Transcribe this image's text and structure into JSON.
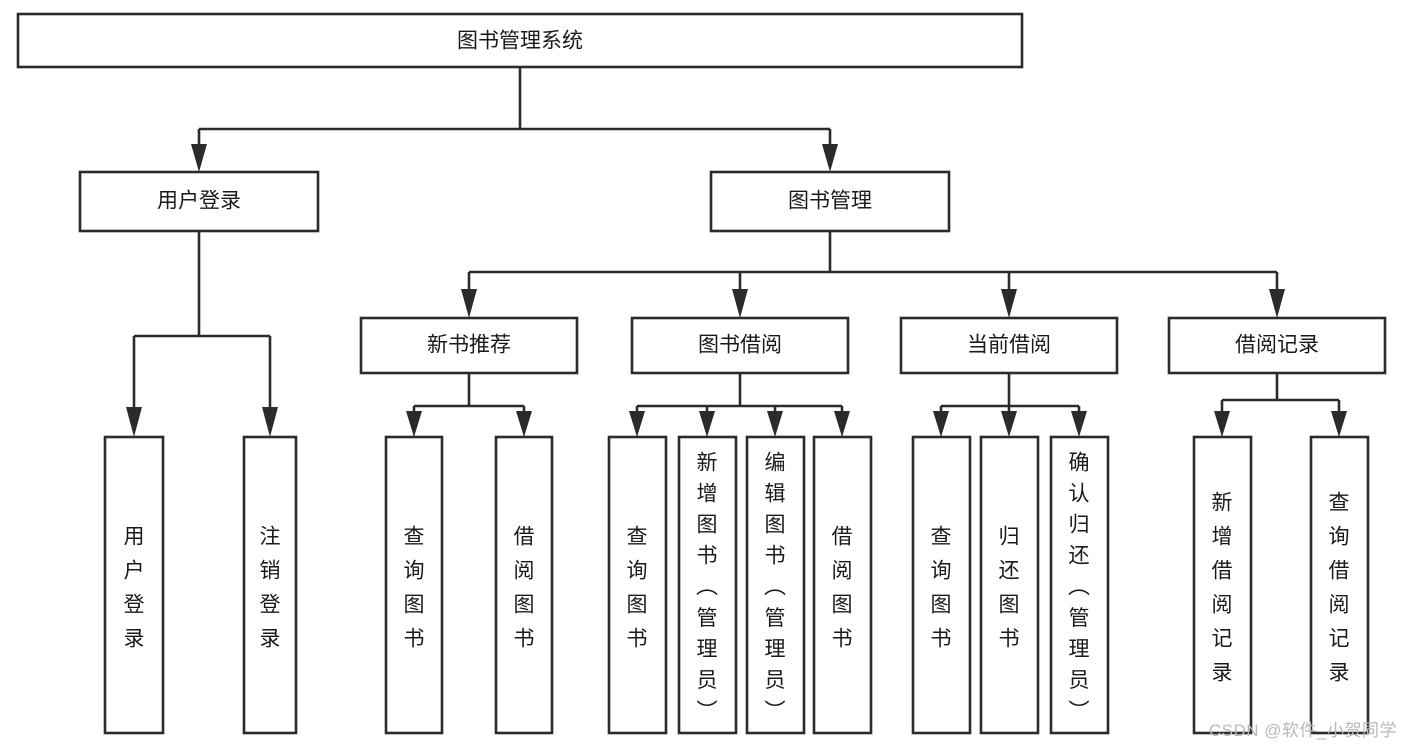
{
  "diagram": {
    "title": "图书管理系统",
    "type": "tree",
    "colors": {
      "background": "#ffffff",
      "box_fill": "#ffffff",
      "box_stroke": "#2b2b2b",
      "text": "#1a1a1a",
      "watermark": "#b9b9b9"
    },
    "root": {
      "label": "图书管理系统"
    },
    "level2": [
      {
        "label": "用户登录"
      },
      {
        "label": "图书管理"
      }
    ],
    "level3": [
      {
        "label": "新书推荐"
      },
      {
        "label": "图书借阅"
      },
      {
        "label": "当前借阅"
      },
      {
        "label": "借阅记录"
      }
    ],
    "leaves": {
      "user_login": [
        {
          "label": "用户登录"
        },
        {
          "label": "注销登录"
        }
      ],
      "new_book_recommend": [
        {
          "label": "查询图书"
        },
        {
          "label": "借阅图书"
        }
      ],
      "book_borrow": [
        {
          "label": "查询图书"
        },
        {
          "label": "新增图书（管理员）"
        },
        {
          "label": "编辑图书（管理员）"
        },
        {
          "label": "借阅图书"
        }
      ],
      "current_borrow": [
        {
          "label": "查询图书"
        },
        {
          "label": "归还图书"
        },
        {
          "label": "确认归还（管理员）"
        }
      ],
      "borrow_record": [
        {
          "label": "新增借阅记录"
        },
        {
          "label": "查询借阅记录"
        }
      ]
    }
  },
  "watermark": {
    "text": "CSDN @软件_小贺同学"
  }
}
